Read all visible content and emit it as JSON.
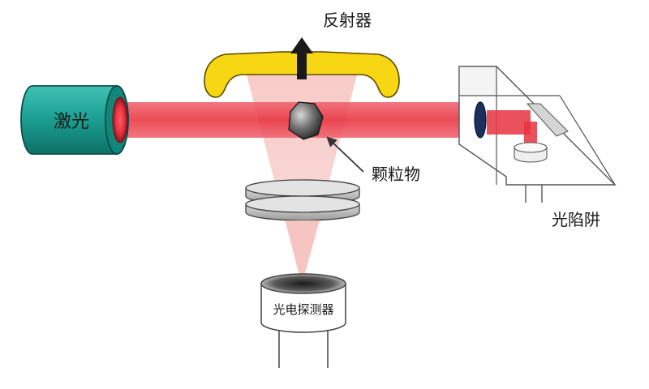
{
  "labels": {
    "laser": "激光",
    "reflector": "反射器",
    "particle": "颗粒物",
    "light_trap": "光陷阱",
    "photodetector": "光电探测器"
  },
  "colors": {
    "laser_body": "#1a9e91",
    "laser_beam": "#e8323f",
    "reflector": "#f7d613",
    "scatter_cone": "#f6c9c6",
    "trap_lens": "#1a2f5c"
  },
  "icons": {
    "arrow": "arrow-up-icon",
    "particle": "particle-icon"
  }
}
